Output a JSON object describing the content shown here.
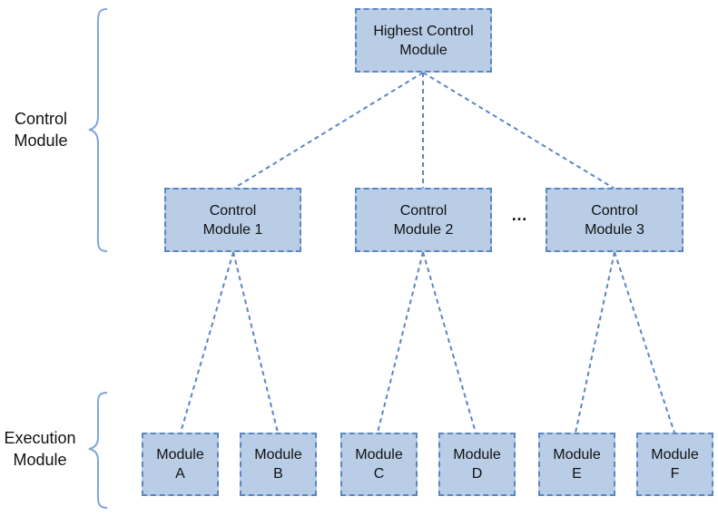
{
  "side_labels": {
    "control": [
      "Control",
      "Module"
    ],
    "execution": [
      "Execution",
      "Module"
    ]
  },
  "root": {
    "line1": "Highest Control",
    "line2": "Module"
  },
  "controls": [
    {
      "line1": "Control",
      "line2": "Module 1"
    },
    {
      "line1": "Control",
      "line2": "Module 2"
    },
    {
      "line1": "Control",
      "line2": "Module 3"
    }
  ],
  "ellipsis": "…",
  "modules": [
    {
      "line1": "Module",
      "line2": "A"
    },
    {
      "line1": "Module",
      "line2": "B"
    },
    {
      "line1": "Module",
      "line2": "C"
    },
    {
      "line1": "Module",
      "line2": "D"
    },
    {
      "line1": "Module",
      "line2": "E"
    },
    {
      "line1": "Module",
      "line2": "F"
    }
  ],
  "colors": {
    "box_fill": "#b9cde6",
    "box_border": "#5a86c4",
    "connector": "#5a86c4",
    "bracket": "#7fa6d8"
  }
}
